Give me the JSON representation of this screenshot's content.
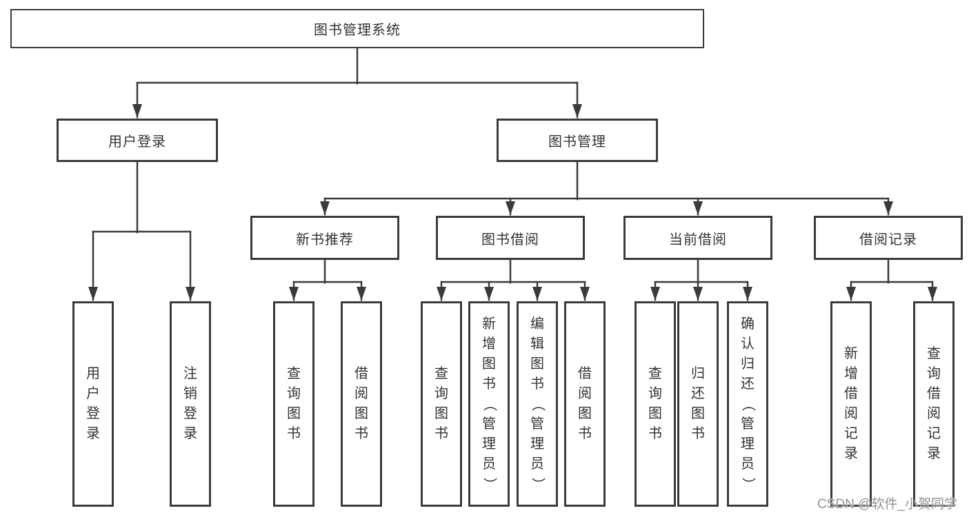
{
  "diagram": {
    "root": {
      "label": "图书管理系统"
    },
    "level2": [
      {
        "id": "user-login",
        "label": "用户登录"
      },
      {
        "id": "book-management",
        "label": "图书管理"
      }
    ],
    "level3": [
      {
        "id": "new-book-recommend",
        "label": "新书推荐"
      },
      {
        "id": "book-borrowing",
        "label": "图书借阅"
      },
      {
        "id": "current-borrowing",
        "label": "当前借阅"
      },
      {
        "id": "borrowing-records",
        "label": "借阅记录"
      }
    ],
    "leaves": [
      {
        "id": "user-login",
        "label": "用户登录",
        "parent": "user-login"
      },
      {
        "id": "logout",
        "label": "注销登录",
        "parent": "user-login"
      },
      {
        "id": "query-books",
        "label": "查询图书",
        "parent": "new-book-recommend"
      },
      {
        "id": "borrow-books",
        "label": "借阅图书",
        "parent": "new-book-recommend"
      },
      {
        "id": "query-books",
        "label": "查询图书",
        "parent": "book-borrowing"
      },
      {
        "id": "add-books-admin",
        "label": "新增图书（管理员）",
        "parent": "book-borrowing"
      },
      {
        "id": "edit-books-admin",
        "label": "编辑图书（管理员）",
        "parent": "book-borrowing"
      },
      {
        "id": "borrow-books",
        "label": "借阅图书",
        "parent": "book-borrowing"
      },
      {
        "id": "query-books",
        "label": "查询图书",
        "parent": "current-borrowing"
      },
      {
        "id": "return-books",
        "label": "归还图书",
        "parent": "current-borrowing"
      },
      {
        "id": "confirm-return-admin",
        "label": "确认归还（管理员）",
        "parent": "current-borrowing"
      },
      {
        "id": "add-borrow-record",
        "label": "新增借阅记录",
        "parent": "borrowing-records"
      },
      {
        "id": "query-borrow-record",
        "label": "查询借阅记录",
        "parent": "borrowing-records"
      }
    ]
  },
  "watermark": {
    "text": "CSDN @软件_小贺同学"
  },
  "colors": {
    "line": "#3a3a3a",
    "box_border": "#3a3a3a",
    "text": "#333333",
    "watermark": "#8c8c8c",
    "background": "#ffffff"
  }
}
